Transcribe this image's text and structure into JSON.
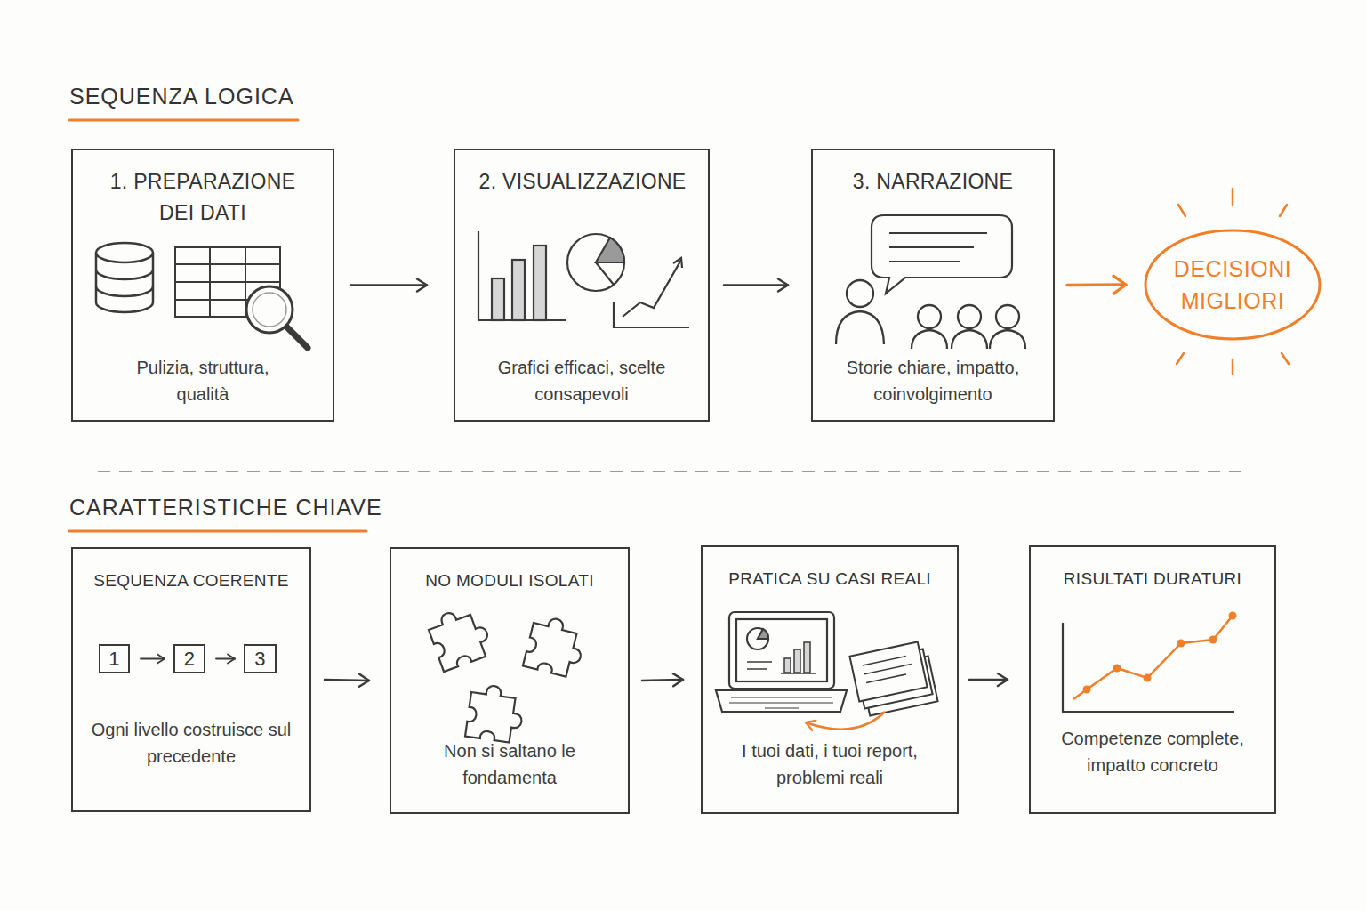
{
  "diagram": {
    "nodes": [
      {
        "text": [
          "1. PREPARAZIONE DEI DATI",
          "Pulizia, struttura, qualità"
        ]
      },
      {
        "text": [
          "2. VISUALIZZAZIONE",
          "Grafici efficaci, scelte consapevoli"
        ]
      },
      {
        "text": [
          "3. NARRAZIONE",
          "Storie chiare, impatto, coinvolgimento"
        ]
      },
      {
        "text": [
          "DECISIONI MIGLIORI"
        ]
      },
      {
        "text": [
          "SEQUENZA COERENTE",
          "Ogni livello costruisce sul precedente"
        ]
      },
      {
        "text": [
          "1"
        ],
        "in": 4
      },
      {
        "text": [
          "2"
        ],
        "in": 4
      },
      {
        "text": [
          "3"
        ],
        "in": 4
      },
      {
        "text": [
          "NO MODULI ISOLATI",
          "Non si saltano le fondamenta"
        ]
      },
      {
        "text": [
          "PRATICA SU CASI REALI",
          "I tuoi dati, i tuoi report, problemi reali"
        ]
      },
      {
        "text": [
          "RISULTATI DURATURI",
          "Competenze complete, impatto concreto"
        ]
      }
    ],
    "edges": [
      {
        "from": 0,
        "to": 1,
        "arrow": "to"
      },
      {
        "from": 1,
        "to": 2,
        "arrow": "to"
      },
      {
        "from": 2,
        "to": 3,
        "arrow": "to"
      },
      {
        "from": 4,
        "to": 8,
        "arrow": "to"
      },
      {
        "from": 8,
        "to": 9,
        "arrow": "to"
      },
      {
        "from": 9,
        "to": 10,
        "arrow": "to"
      },
      {
        "from": 5,
        "to": 6,
        "arrow": "to"
      },
      {
        "from": 6,
        "to": 7,
        "arrow": "to"
      }
    ],
    "labels": [
      "SEQUENZA LOGICA",
      "CARATTERISTICHE CHIAVE"
    ]
  }
}
